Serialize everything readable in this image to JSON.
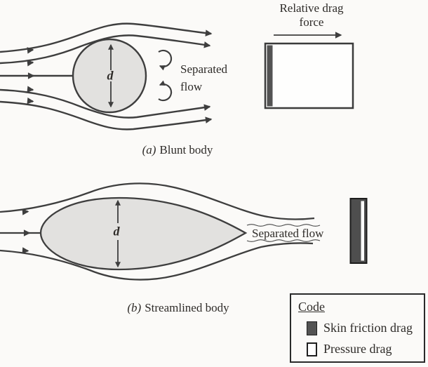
{
  "panel_a": {
    "drag_force_line1": "Relative drag",
    "drag_force_line2": "force",
    "separated_line1": "Separated",
    "separated_line2": "flow",
    "diameter": "d",
    "caption_index": "(a)",
    "caption_text": "Blunt body"
  },
  "panel_b": {
    "separated": "Separated flow",
    "diameter": "d",
    "caption_index": "(b)",
    "caption_text": "Streamlined body"
  },
  "legend": {
    "title": "Code",
    "items": [
      {
        "label": "Skin friction drag",
        "swatch": "dark"
      },
      {
        "label": "Pressure drag",
        "swatch": "white"
      }
    ]
  },
  "colors": {
    "ink": "#3e3e3e",
    "text": "#2e2b28",
    "body_fill": "#e2e1df",
    "skin_friction": "#535353",
    "pressure": "#ffffff",
    "paper": "#fbfaf8",
    "legend_border": "#2a2a2a"
  }
}
